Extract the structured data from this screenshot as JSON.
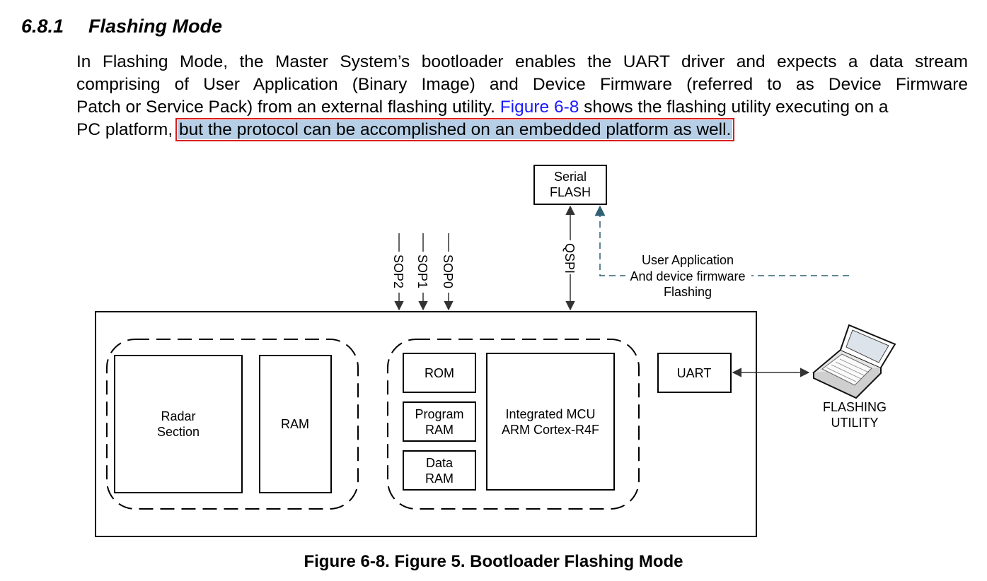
{
  "section": {
    "number": "6.8.1",
    "title": "Flashing Mode"
  },
  "paragraph": {
    "line1": "In Flashing Mode, the Master System’s bootloader enables the UART driver and expects a data stream",
    "line2": "comprising of User Application (Binary Image) and Device Firmware (referred to as Device Firmware",
    "line3_before": "Patch or Service Pack) from an external flashing utility. ",
    "line3_link": "Figure 6-8",
    "line3_after": " shows the flashing utility executing on a",
    "line4_before": "PC platform, ",
    "line4_highlight": "but the protocol can be accomplished on an embedded platform as well."
  },
  "diagram": {
    "serial_flash_line1": "Serial",
    "serial_flash_line2": "FLASH",
    "sop2": "SOP2",
    "sop1": "SOP1",
    "sop0": "SOP0",
    "qspi": "QSPI",
    "flashing_note_line1": "User Application",
    "flashing_note_line2": "And device firmware",
    "flashing_note_line3": "Flashing",
    "radar_line1": "Radar",
    "radar_line2": "Section",
    "ram": "RAM",
    "rom": "ROM",
    "program_ram_line1": "Program",
    "program_ram_line2": "RAM",
    "data_ram_line1": "Data",
    "data_ram_line2": "RAM",
    "mcu_line1": "Integrated MCU",
    "mcu_line2": "ARM Cortex-R4F",
    "uart": "UART",
    "utility_line1": "FLASHING",
    "utility_line2": "UTILITY",
    "colors": {
      "dashed_arrow": "#2e5f73",
      "highlight": "#b7cfe6",
      "highlight_border": "#d81e1e",
      "link": "#1a1aff"
    }
  },
  "caption": "Figure 6-8. Figure 5. Bootloader Flashing Mode"
}
